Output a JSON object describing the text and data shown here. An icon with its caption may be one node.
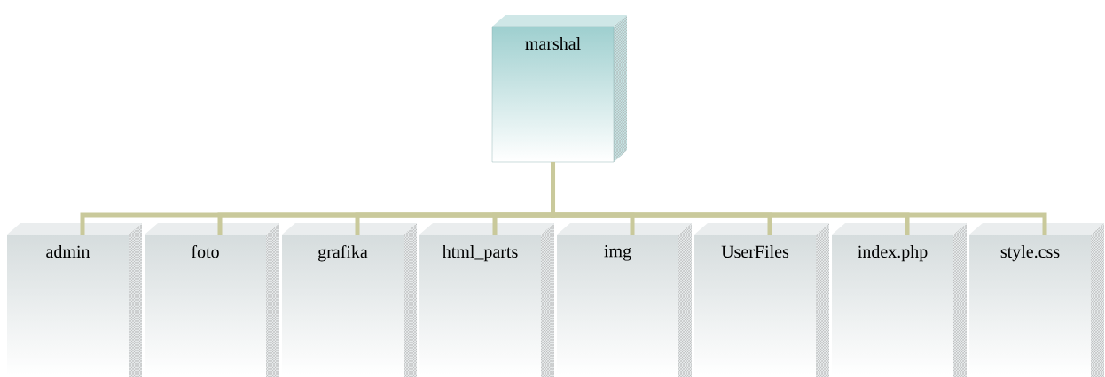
{
  "diagram": {
    "nodes": [
      {
        "text": [
          "marshal"
        ]
      },
      {
        "text": [
          "admin"
        ]
      },
      {
        "text": [
          "foto"
        ]
      },
      {
        "text": [
          "grafika"
        ]
      },
      {
        "text": [
          "html_parts"
        ]
      },
      {
        "text": [
          "img"
        ]
      },
      {
        "text": [
          "UserFiles"
        ]
      },
      {
        "text": [
          "index.php"
        ]
      },
      {
        "text": [
          "style.css"
        ]
      }
    ],
    "edges": [
      {
        "from": 0,
        "to": 1,
        "arrow": "none"
      },
      {
        "from": 0,
        "to": 2,
        "arrow": "none"
      },
      {
        "from": 0,
        "to": 3,
        "arrow": "none"
      },
      {
        "from": 0,
        "to": 4,
        "arrow": "none"
      },
      {
        "from": 0,
        "to": 5,
        "arrow": "none"
      },
      {
        "from": 0,
        "to": 6,
        "arrow": "none"
      },
      {
        "from": 0,
        "to": 7,
        "arrow": "none"
      },
      {
        "from": 0,
        "to": 8,
        "arrow": "none"
      }
    ]
  }
}
